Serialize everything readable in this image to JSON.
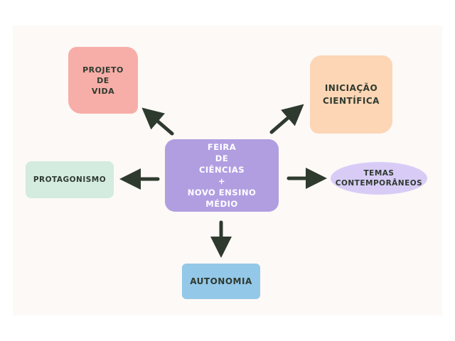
{
  "diagram": {
    "center": {
      "lines": [
        "FEIRA",
        "DE",
        "CIÊNCIAS",
        "+",
        "NOVO ENSINO",
        "MÉDIO"
      ]
    },
    "nodes": {
      "projeto": {
        "lines": [
          "PROJETO",
          "DE",
          "VIDA"
        ]
      },
      "iniciacao": {
        "lines": [
          "INICIAÇÃO",
          "CIENTÍFICA"
        ]
      },
      "protagonismo": {
        "label": "PROTAGONISMO"
      },
      "temas": {
        "lines": [
          "TEMAS",
          "CONTEMPORÂNEOS"
        ]
      },
      "autonomia": {
        "label": "AUTONOMIA"
      }
    },
    "colors": {
      "center": "#b19ee1",
      "projeto": "#f7aea8",
      "iniciacao": "#fcd6b5",
      "protagonismo": "#d4ebdf",
      "temas": "#d8ccf7",
      "autonomia": "#93c8e8",
      "arrow": "#2f3a2f"
    }
  }
}
